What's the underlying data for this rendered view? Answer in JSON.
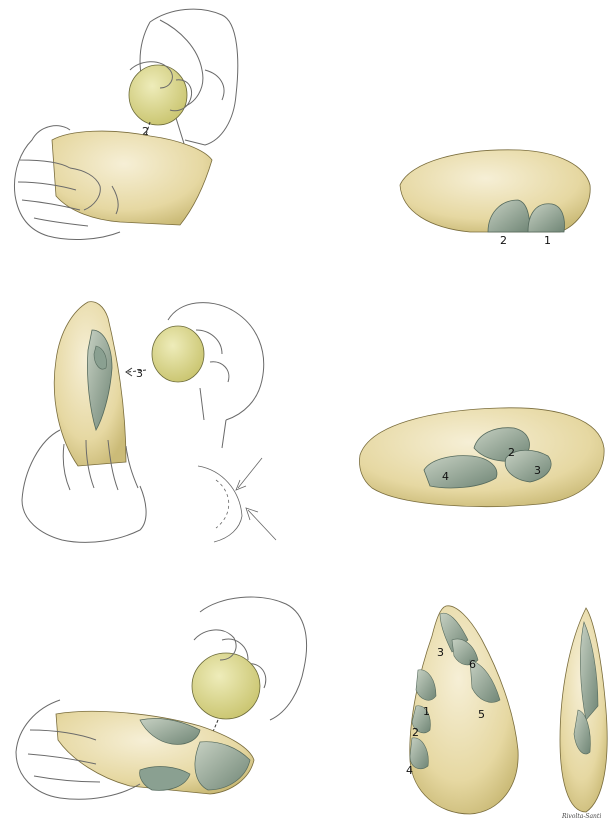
{
  "figure": {
    "step1": {
      "hammer_blow_label": "2",
      "core_scar_labels": [
        "2",
        "1"
      ]
    },
    "step2": {
      "hammer_blow_label": "3",
      "core_scar_labels": [
        "2",
        "3",
        "4"
      ]
    },
    "step3": {
      "handaxe_scar_labels": [
        "3",
        "6",
        "1",
        "2",
        "5",
        "4"
      ]
    },
    "signature": "Rivolta-Santi"
  },
  "colors": {
    "stone_fill": "#e7d9a4",
    "hammerstone_fill": "#dcd98a",
    "flake_scar": "#9fb1a2",
    "flake_scar_dark": "#6f8378",
    "line": "#3a3a3a"
  }
}
